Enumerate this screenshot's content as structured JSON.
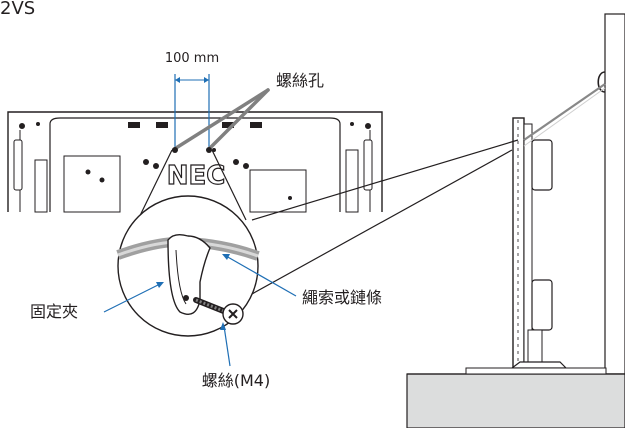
{
  "caption": "2VS",
  "labels": {
    "spacing": "100 mm",
    "screw_holes": "螺絲孔",
    "clamp": "固定夾",
    "cord_or_chain": "繩索或鏈條",
    "screw": "螺絲(M4)"
  },
  "logo_text": "NEC",
  "colors": {
    "line": "#231f20",
    "accent_blue": "#1f6fb5",
    "gray_fill": "#dcdddd",
    "cord_gray": "#a0a0a0"
  }
}
